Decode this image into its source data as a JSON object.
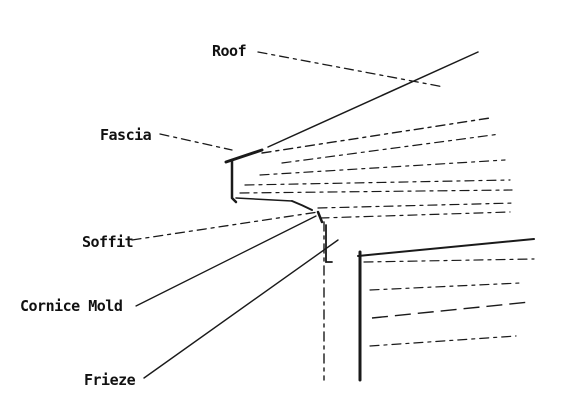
{
  "labels": {
    "roof": "Roof",
    "fascia": "Fascia",
    "soffit": "Soffit",
    "cornice_mold": "Cornice Mold",
    "frieze": "Frieze"
  },
  "colors": {
    "ink": "#1a1a1a",
    "background": "#ffffff"
  }
}
